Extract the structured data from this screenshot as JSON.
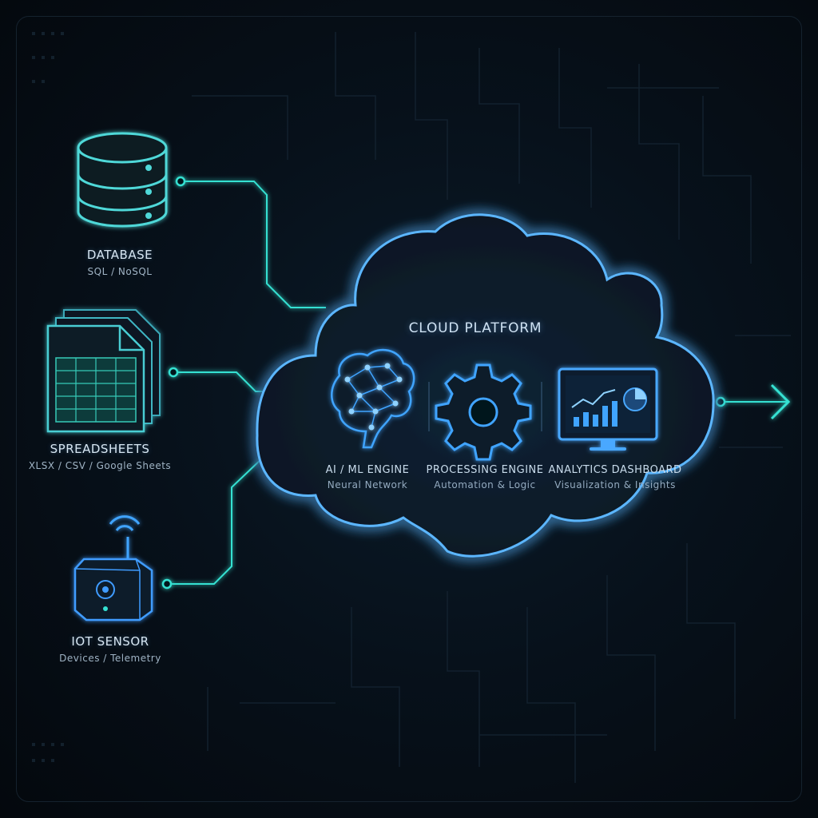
{
  "colors": {
    "cyan": "#36e1d2",
    "blue": "#3fa4ff",
    "cloud_stroke": "#5bb6ff",
    "text": "#d7e6f2",
    "subtext": "#9fb3c4"
  },
  "sources": {
    "database": {
      "title": "DATABASE",
      "subtitle": "SQL / NoSQL",
      "icon": "database-icon"
    },
    "spreadsheets": {
      "title": "SPREADSHEETS",
      "subtitle": "XLSX / CSV / Google Sheets",
      "icon": "spreadsheet-icon"
    },
    "iot": {
      "title": "IOT SENSOR",
      "subtitle": "Devices / Telemetry",
      "icon": "iot-sensor-icon"
    }
  },
  "cloud": {
    "title": "CLOUD PLATFORM",
    "engines": {
      "ai": {
        "title": "AI / ML ENGINE",
        "subtitle": "Neural Network",
        "icon": "brain-network-icon"
      },
      "processing": {
        "title": "PROCESSING ENGINE",
        "subtitle": "Automation & Logic",
        "icon": "gear-icon"
      },
      "analytics": {
        "title": "ANALYTICS DASHBOARD",
        "subtitle": "Visualization & Insights",
        "icon": "dashboard-monitor-icon"
      }
    }
  },
  "output": {
    "icon": "output-arrow-icon"
  }
}
